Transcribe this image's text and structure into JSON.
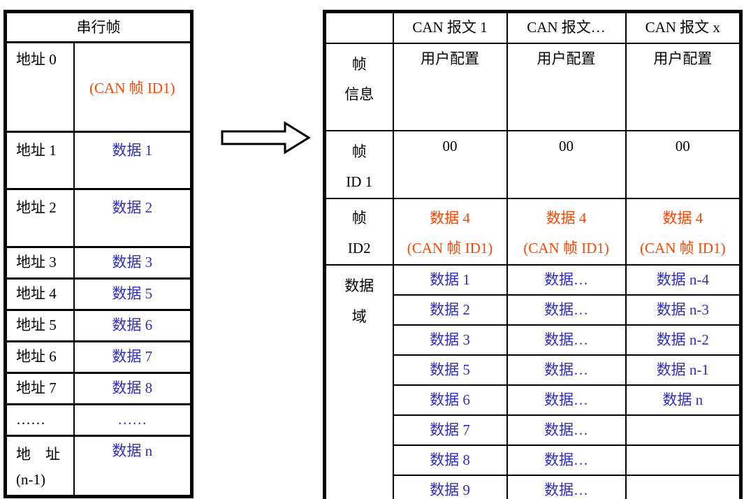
{
  "colors": {
    "accent_orange": "#FF4500",
    "accent_blue": "#2D2DCB",
    "line_black": "#000000"
  },
  "icons": {
    "transform_arrow": "right-block-arrow"
  },
  "left_table": {
    "title": "串行帧",
    "rows": [
      {
        "addr": "地址 0",
        "value": "(CAN 帧 ID1)"
      },
      {
        "addr": "地址 1",
        "value": "数据 1"
      },
      {
        "addr": "地址 2",
        "value": "数据 2"
      },
      {
        "addr": "地址 3",
        "value": "数据 3"
      },
      {
        "addr": "地址 4",
        "value": "数据 5"
      },
      {
        "addr": "地址 5",
        "value": "数据 6"
      },
      {
        "addr": "地址 6",
        "value": "数据 7"
      },
      {
        "addr": "地址 7",
        "value": "数据 8"
      },
      {
        "addr": "……",
        "value": "……"
      },
      {
        "addr": "地　址\n(n-1)",
        "value": "数据 n"
      }
    ]
  },
  "right_table": {
    "col_headers": [
      "",
      "CAN 报文 1",
      "CAN 报文…",
      "CAN 报文 x"
    ],
    "frame_info": {
      "label": "帧\n信息",
      "cells": [
        "用户配置",
        "用户配置",
        "用户配置"
      ]
    },
    "frame_id1": {
      "label": "帧\nID 1",
      "cells": [
        "00",
        "00",
        "00"
      ]
    },
    "frame_id2": {
      "label": "帧\nID2",
      "cells": [
        "数据 4\n(CAN 帧 ID1)",
        "数据 4\n(CAN 帧 ID1)",
        "数据 4\n(CAN 帧 ID1)"
      ]
    },
    "data_field": {
      "label": "数据\n域",
      "rows": [
        [
          "数据 1",
          "数据…",
          "数据 n-4"
        ],
        [
          "数据 2",
          "数据…",
          "数据 n-3"
        ],
        [
          "数据 3",
          "数据…",
          "数据 n-2"
        ],
        [
          "数据 5",
          "数据…",
          "数据 n-1"
        ],
        [
          "数据 6",
          "数据…",
          "数据 n"
        ],
        [
          "数据 7",
          "数据…",
          ""
        ],
        [
          "数据 8",
          "数据…",
          ""
        ],
        [
          "数据 9",
          "数据…",
          ""
        ]
      ]
    }
  }
}
